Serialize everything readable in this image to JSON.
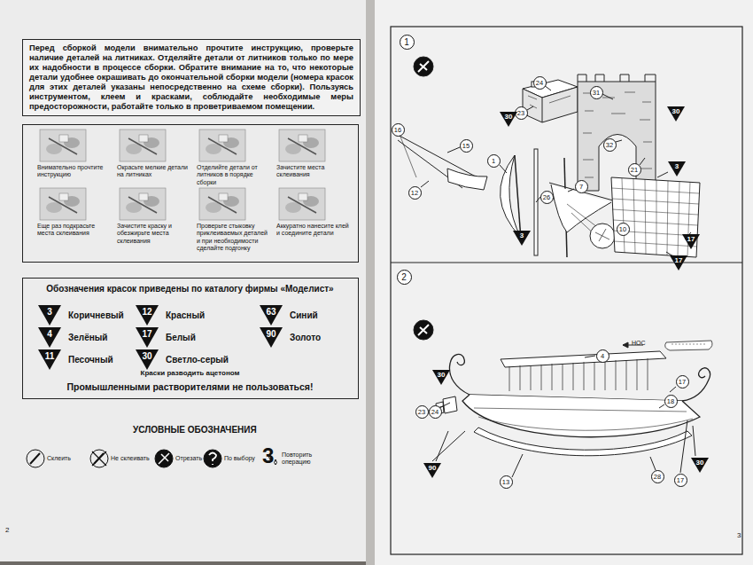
{
  "diagram": {
    "nodes": [
      {
        "text": [
          "Перед сборкой модели внимательно прочтите инструкцию, проверьте наличие деталей на литниках. Отделяйте детали от литников только по мере их надобности в процессе сборки. Обратите внимание на то, что некоторые детали удобнее окрашивать до окончательной сборки модели (номера красок для этих деталей указаны непосредственно на схеме сборки). Пользуясь инструментом, клеем и красками, соблюдайте необходимые меры предосторожности, работайте только в проветриваемом помещении."
        ]
      },
      {
        "text": [
          "Внимательно прочтите инструкцию",
          "Окрасьте мелкие детали на литниках",
          "Отделийте детали от литников в порядке сборки",
          "Зачистите места склеивания",
          "Еще раз подкрасьте места склеивания",
          "Зачистите краску и обезжирьте места склеивания",
          "Проверьте стыковку приклеиваемых деталей и при необходимости сделайте подгонку",
          "Аккуратно нанесите клей и соедините детали"
        ]
      },
      {
        "text": [
          "Обозначения красок приведены по каталогу фирмы «Моделист»",
          "Краски разводить ацетоном",
          "Промышленными растворителями не пользоваться!"
        ]
      },
      {
        "text": [
          "3",
          "Коричневый"
        ],
        "in": 2
      },
      {
        "text": [
          "12",
          "Красный"
        ],
        "in": 2
      },
      {
        "text": [
          "63",
          "Синий"
        ],
        "in": 2
      },
      {
        "text": [
          "4",
          "Зелёный"
        ],
        "in": 2
      },
      {
        "text": [
          "17",
          "Белый"
        ],
        "in": 2
      },
      {
        "text": [
          "90",
          "Золото"
        ],
        "in": 2
      },
      {
        "text": [
          "11",
          "Песочный"
        ],
        "in": 2
      },
      {
        "text": [
          "30",
          "Светло-серый"
        ],
        "in": 2
      },
      {
        "text": [
          "1"
        ]
      },
      {
        "text": [
          "24"
        ]
      },
      {
        "text": [
          "23"
        ]
      },
      {
        "text": [
          "30"
        ]
      },
      {
        "text": [
          "31"
        ]
      },
      {
        "text": [
          "30"
        ]
      },
      {
        "text": [
          "32"
        ]
      },
      {
        "text": [
          "21"
        ]
      },
      {
        "text": [
          "3"
        ]
      },
      {
        "text": [
          "16"
        ]
      },
      {
        "text": [
          "15"
        ]
      },
      {
        "text": [
          "12"
        ]
      },
      {
        "text": [
          "1"
        ]
      },
      {
        "text": [
          "26"
        ]
      },
      {
        "text": [
          "7"
        ]
      },
      {
        "text": [
          "3"
        ]
      },
      {
        "text": [
          "10"
        ]
      },
      {
        "text": [
          "17"
        ]
      },
      {
        "text": [
          "17"
        ]
      },
      {
        "text": [
          "2"
        ]
      },
      {
        "text": [
          "4"
        ]
      },
      {
        "text": [
          "17"
        ]
      },
      {
        "text": [
          "18"
        ]
      },
      {
        "text": [
          "30"
        ]
      },
      {
        "text": [
          "23"
        ]
      },
      {
        "text": [
          "24"
        ]
      },
      {
        "text": [
          "90"
        ]
      },
      {
        "text": [
          "30"
        ]
      },
      {
        "text": [
          "28"
        ]
      },
      {
        "text": [
          "17"
        ]
      },
      {
        "text": [
          "13"
        ]
      }
    ],
    "labels": [
      "УСЛОВНЫЕ ОБОЗНАЧЕНИЯ",
      "3",
      "2",
      "3",
      "НОС"
    ],
    "legend": [
      {
        "text": "Склеить"
      },
      {
        "text": "Не склеивать"
      },
      {
        "text": "Отрезать"
      },
      {
        "text": "По выбору"
      },
      {
        "text": "Повторить операцию"
      }
    ]
  }
}
